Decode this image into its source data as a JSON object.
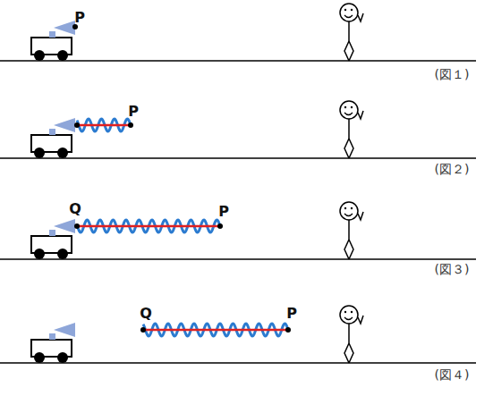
{
  "diagram": {
    "labels": [
      "P",
      "(図１)",
      "P",
      "(図２)",
      "Q",
      "P",
      "(図３)",
      "Q",
      "P",
      "(図４)"
    ]
  }
}
